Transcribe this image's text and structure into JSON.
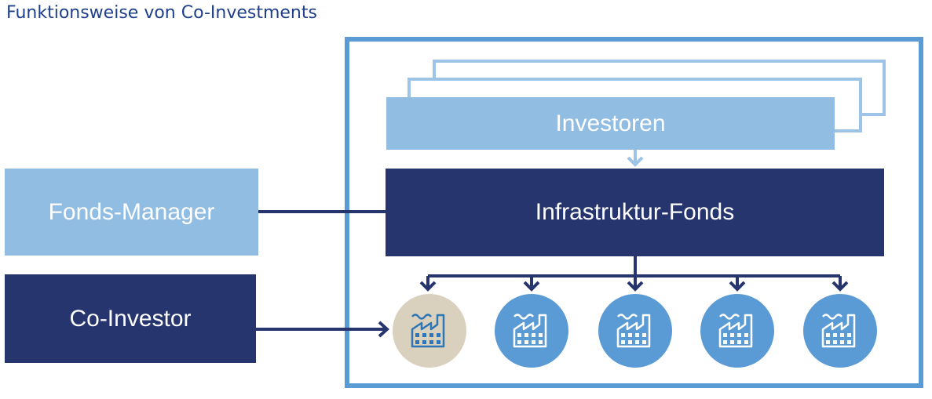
{
  "title": "Funktionsweise von Co-Investments",
  "boxes": {
    "investoren": "Investoren",
    "fonds": "Infrastruktur-Fonds",
    "manager": "Fonds-Manager",
    "co_investor": "Co-Investor"
  },
  "colors": {
    "dark_blue": "#26356e",
    "light_blue": "#92bde2",
    "frame_blue": "#5b9bd5",
    "asset_blue": "#5b9bd5",
    "co_invest_asset": "#d9d0bd",
    "title_blue": "#1e3f8a"
  },
  "assets": [
    {
      "icon": "factory-icon",
      "type": "co-investment"
    },
    {
      "icon": "factory-icon",
      "type": "fund"
    },
    {
      "icon": "factory-icon",
      "type": "fund"
    },
    {
      "icon": "factory-icon",
      "type": "fund"
    },
    {
      "icon": "factory-icon",
      "type": "fund"
    }
  ]
}
